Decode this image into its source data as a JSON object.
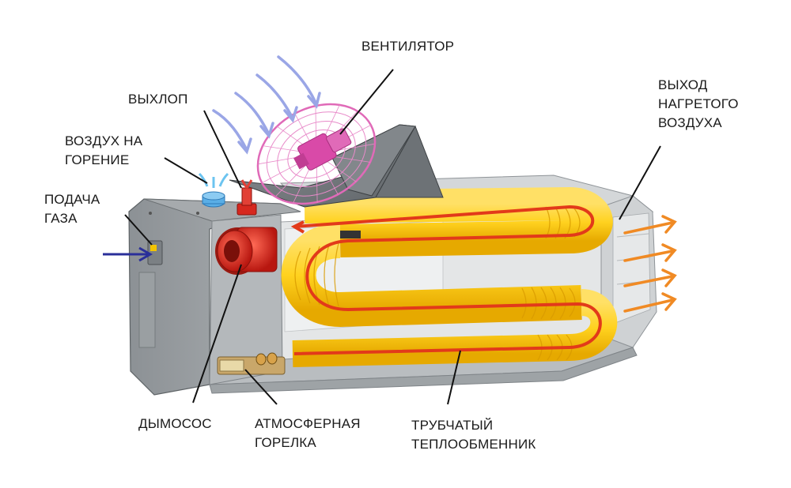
{
  "labels": {
    "fan": "ВЕНТИЛЯТОР",
    "exhaust": "ВЫХЛОП",
    "combustion_air": [
      "ВОЗДУХ НА",
      "ГОРЕНИЕ"
    ],
    "gas_supply": [
      "ПОДАЧА",
      "ГАЗА"
    ],
    "hot_air_outlet": [
      "ВЫХОД",
      "НАГРЕТОГО",
      "ВОЗДУХА"
    ],
    "smoke_exhauster": "ДЫМОСОС",
    "atmospheric_burner": [
      "АТМОСФЕРНАЯ",
      "ГОРЕЛКА"
    ],
    "tube_heat_exchanger": [
      "ТРУБЧАТЫЙ",
      "ТЕПЛООБМЕННИК"
    ]
  },
  "colors": {
    "casing": "#c9ccce",
    "casing_dark": "#6f7478",
    "tubes": "#ffd21f",
    "flow_line": "#e23a1a",
    "hot_air_arrow": "#f08a24",
    "intake_arrow": "#9aa6e6",
    "gas_arrow": "#2a2f9a",
    "fan": "#e06ab8",
    "smoke_fan": "#d6281f",
    "air_cap": "#5aaee6"
  }
}
